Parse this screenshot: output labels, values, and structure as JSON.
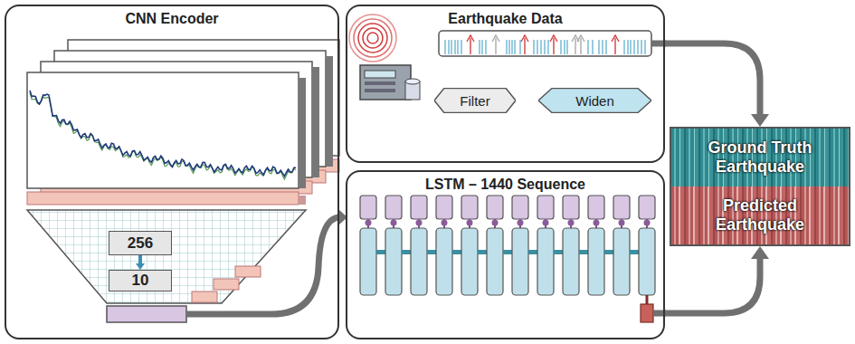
{
  "diagram": {
    "nodes": [
      {
        "text": [
          "CNN Encoder"
        ]
      },
      {
        "text": [
          "256"
        ],
        "in": 0
      },
      {
        "text": [
          "10"
        ],
        "in": 0
      },
      {
        "text": [
          "Earthquake Data"
        ]
      },
      {
        "text": [
          "Filter"
        ],
        "in": 3
      },
      {
        "text": [
          "Widen"
        ],
        "in": 3
      },
      {
        "text": [
          "LSTM – 1440 Sequence"
        ]
      },
      {
        "text": [
          "Ground Truth Earthquake"
        ]
      },
      {
        "text": [
          "Predicted Earthquake"
        ]
      }
    ],
    "edges": [
      {
        "from": 1,
        "to": 2,
        "arrow": "to"
      },
      {
        "from": 0,
        "to": 6,
        "arrow": "to"
      },
      {
        "from": 3,
        "to": 7,
        "arrow": "to"
      },
      {
        "from": 6,
        "to": 8,
        "arrow": "to"
      }
    ]
  }
}
